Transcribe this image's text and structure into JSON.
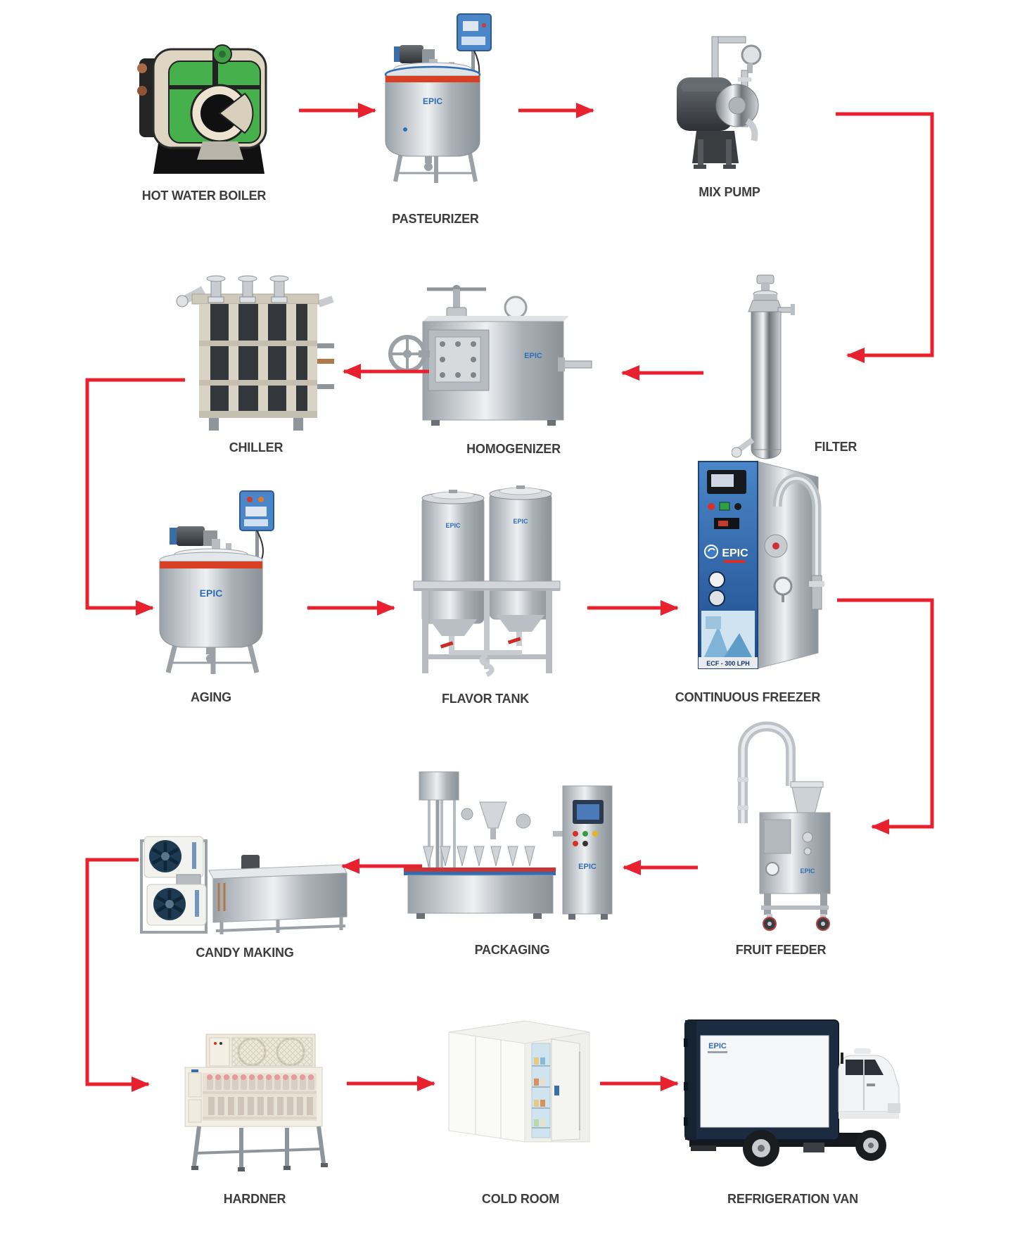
{
  "diagram": {
    "type": "process-flow",
    "background": "#ffffff",
    "arrow_color": "#e8212e",
    "label_color": "#3d3d3f",
    "branding": {
      "logo": "EPIC",
      "freezer_model": "ECF - 300 LPH"
    },
    "nodes": [
      {
        "id": "hot-water-boiler",
        "label": "HOT WATER BOILER"
      },
      {
        "id": "pasteurizer",
        "label": "PASTEURIZER"
      },
      {
        "id": "mix-pump",
        "label": "MIX PUMP"
      },
      {
        "id": "chiller",
        "label": "CHILLER"
      },
      {
        "id": "homogenizer",
        "label": "HOMOGENIZER"
      },
      {
        "id": "filter",
        "label": "FILTER"
      },
      {
        "id": "aging",
        "label": "AGING"
      },
      {
        "id": "flavor-tank",
        "label": "FLAVOR TANK"
      },
      {
        "id": "continuous-freezer",
        "label": "CONTINUOUS FREEZER"
      },
      {
        "id": "candy-making",
        "label": "CANDY MAKING"
      },
      {
        "id": "packaging",
        "label": "PACKAGING"
      },
      {
        "id": "fruit-feeder",
        "label": "FRUIT FEEDER"
      },
      {
        "id": "hardner",
        "label": "HARDNER"
      },
      {
        "id": "cold-room",
        "label": "COLD ROOM"
      },
      {
        "id": "refrigeration-van",
        "label": "REFRIGERATION VAN"
      }
    ],
    "flow_sequence": [
      "hot-water-boiler",
      "pasteurizer",
      "mix-pump",
      "filter",
      "homogenizer",
      "chiller",
      "aging",
      "flavor-tank",
      "continuous-freezer",
      "fruit-feeder",
      "packaging",
      "candy-making",
      "hardner",
      "cold-room",
      "refrigeration-van"
    ]
  }
}
